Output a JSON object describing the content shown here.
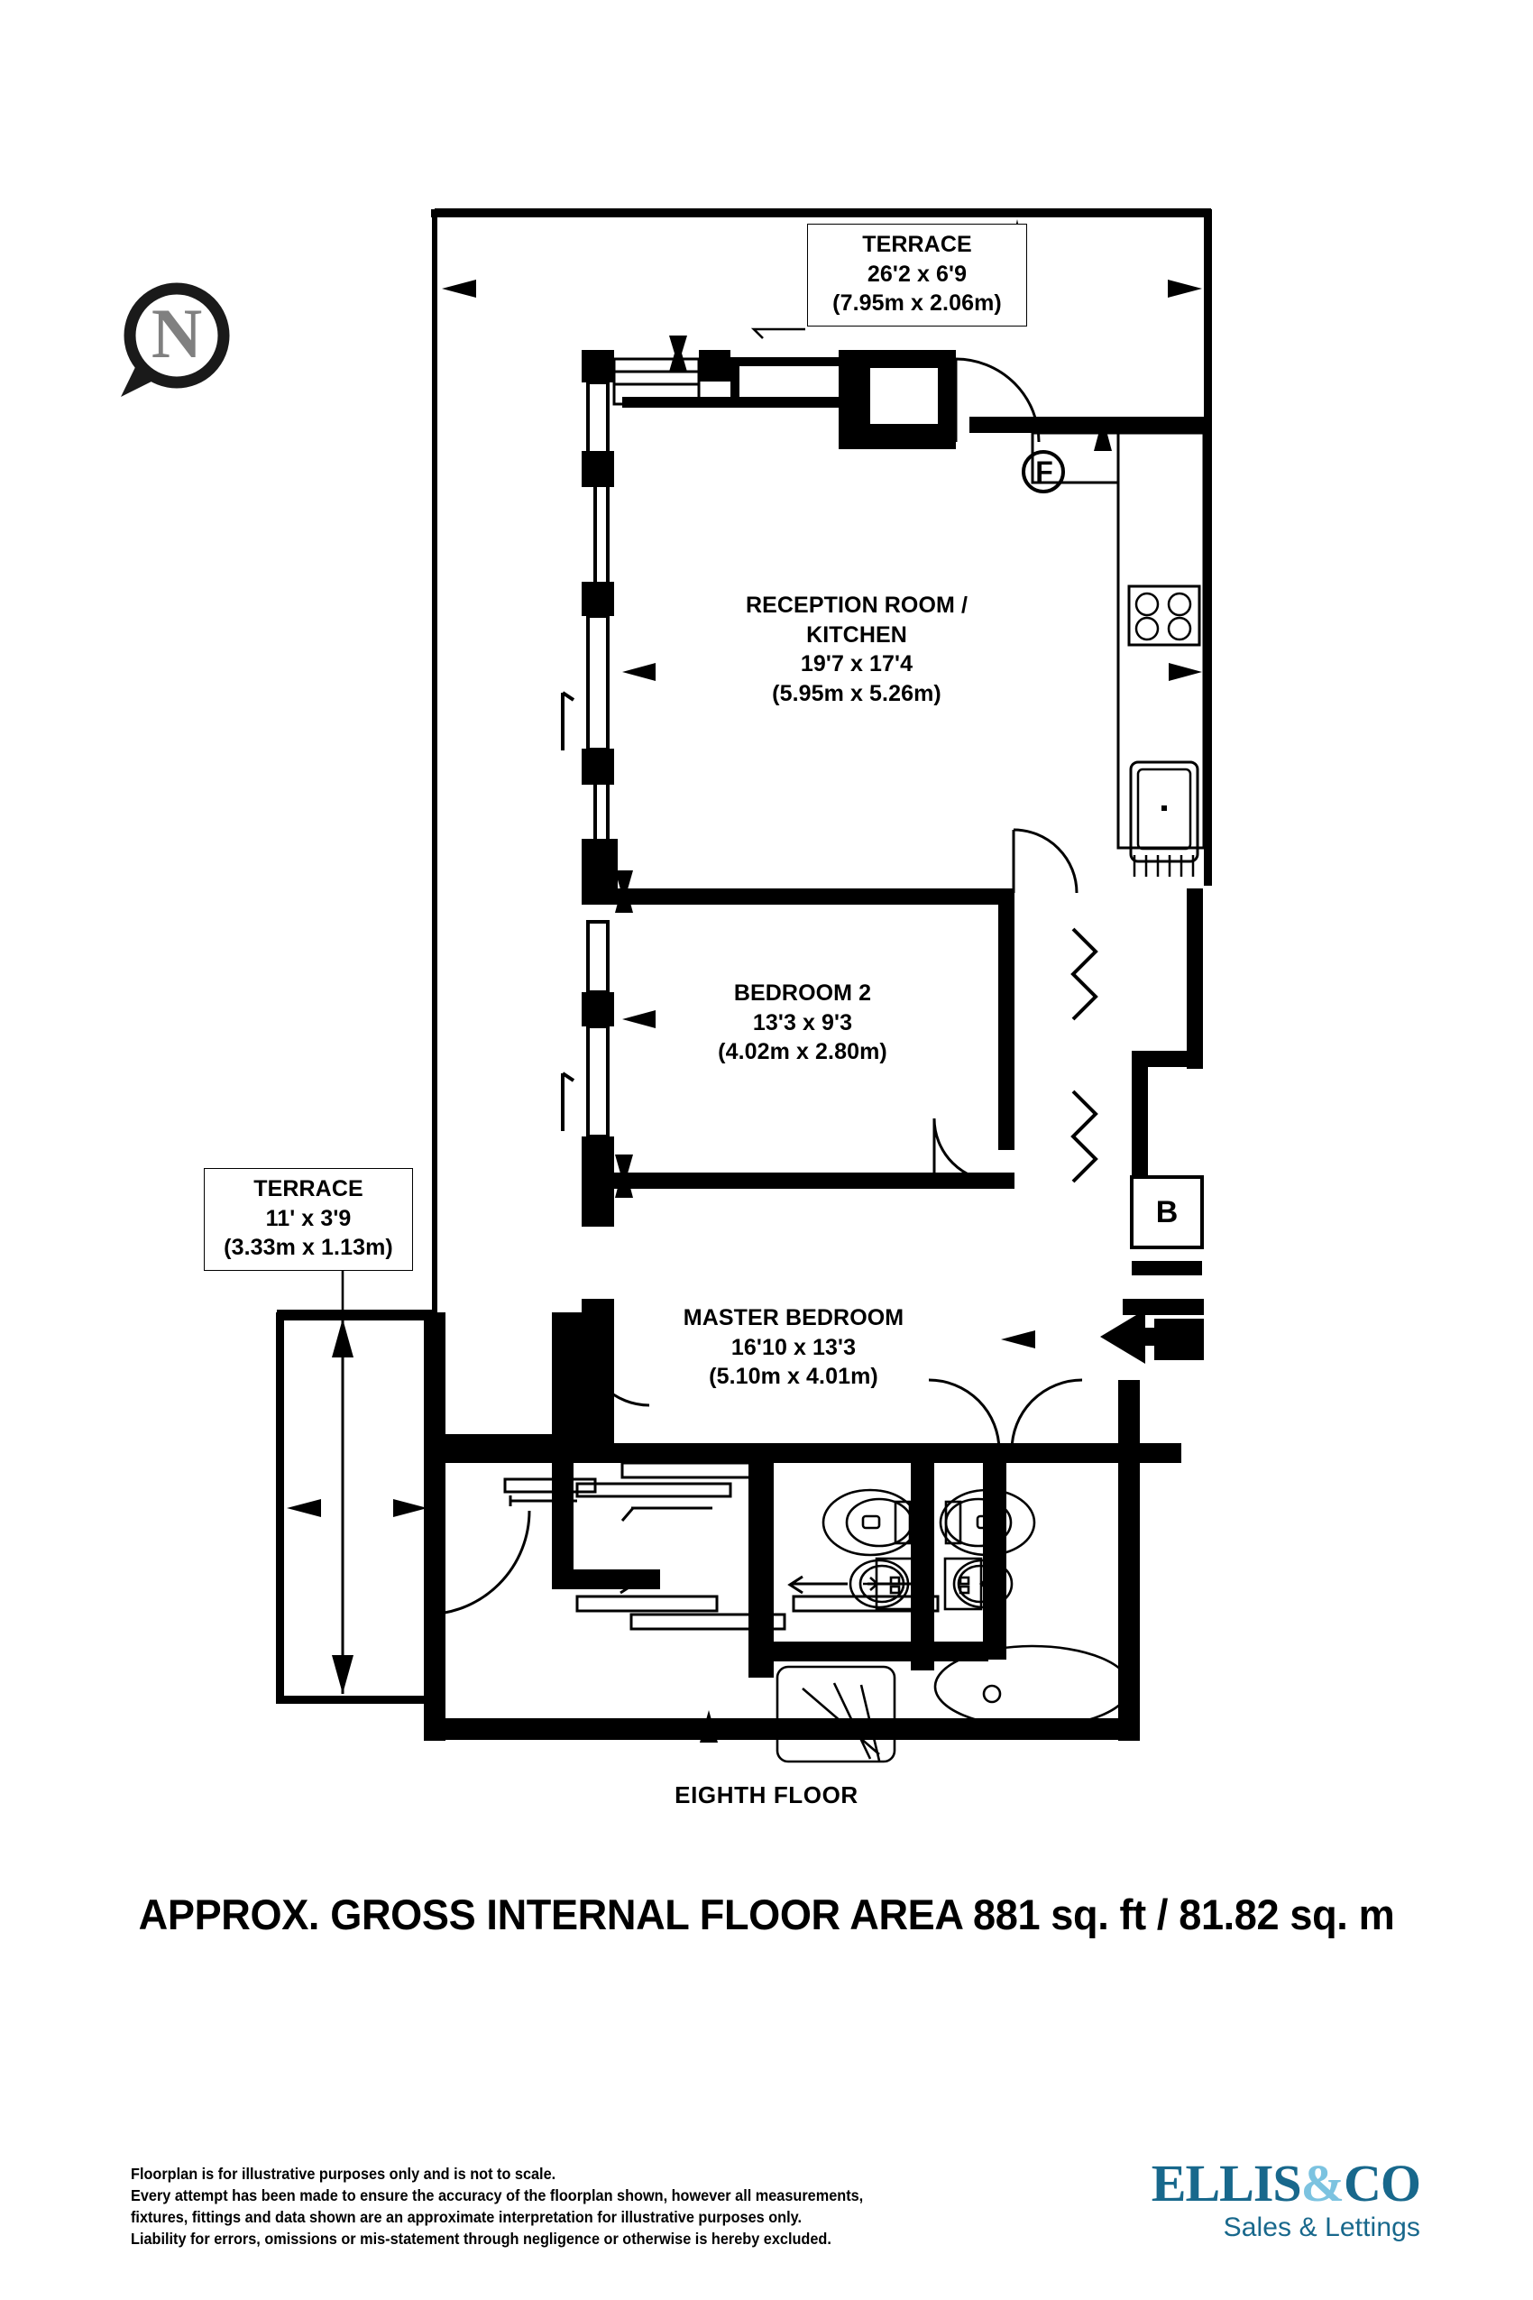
{
  "document": {
    "type": "floorplan",
    "floor_caption": "EIGHTH FLOOR",
    "area_headline": "APPROX. GROSS INTERNAL FLOOR AREA 881 sq. ft / 81.82 sq. m"
  },
  "compass": {
    "label": "N",
    "ring_color": "#1a1a1a",
    "letter_color": "#808080"
  },
  "rooms": [
    {
      "key": "terrace_top",
      "name": "TERRACE",
      "imperial": "26'2 x 6'9",
      "metric": "(7.95m x 2.06m)"
    },
    {
      "key": "reception_kitchen",
      "name_line1": "RECEPTION ROOM /",
      "name_line2": "KITCHEN",
      "imperial": "19'7 x 17'4",
      "metric": "(5.95m x 5.26m)"
    },
    {
      "key": "bedroom_2",
      "name": "BEDROOM 2",
      "imperial": "13'3 x 9'3",
      "metric": "(4.02m x 2.80m)"
    },
    {
      "key": "master_bedroom",
      "name": "MASTER BEDROOM",
      "imperial": "16'10 x 13'3",
      "metric": "(5.10m x 4.01m)"
    },
    {
      "key": "terrace_left",
      "name": "TERRACE",
      "imperial": "11' x 3'9",
      "metric": "(3.33m x 1.13m)"
    }
  ],
  "markers": [
    {
      "key": "fridge",
      "label": "F",
      "shape": "circle"
    },
    {
      "key": "boiler",
      "label": "B",
      "shape": "square"
    }
  ],
  "fixtures": [
    "hob-icon",
    "sink-icon",
    "wc-icon",
    "basin-icon",
    "shower-icon",
    "bath-icon",
    "fridge-marker",
    "boiler-marker"
  ],
  "footer": {
    "disclaimer_lines": [
      "Floorplan is for illustrative purposes only and is not to scale.",
      "Every attempt has been made to ensure the accuracy of the floorplan shown, however all measurements,",
      "fixtures, fittings and data shown are an approximate interpretation for illustrative purposes only.",
      "Liability for errors, omissions or mis-statement through negligence or otherwise is hereby excluded."
    ],
    "logo": {
      "part1": "ELLIS",
      "amp": "&",
      "part2": "CO",
      "tagline": "Sales & Lettings",
      "color_dark": "#18688c",
      "color_light": "#7cc3e0"
    }
  }
}
